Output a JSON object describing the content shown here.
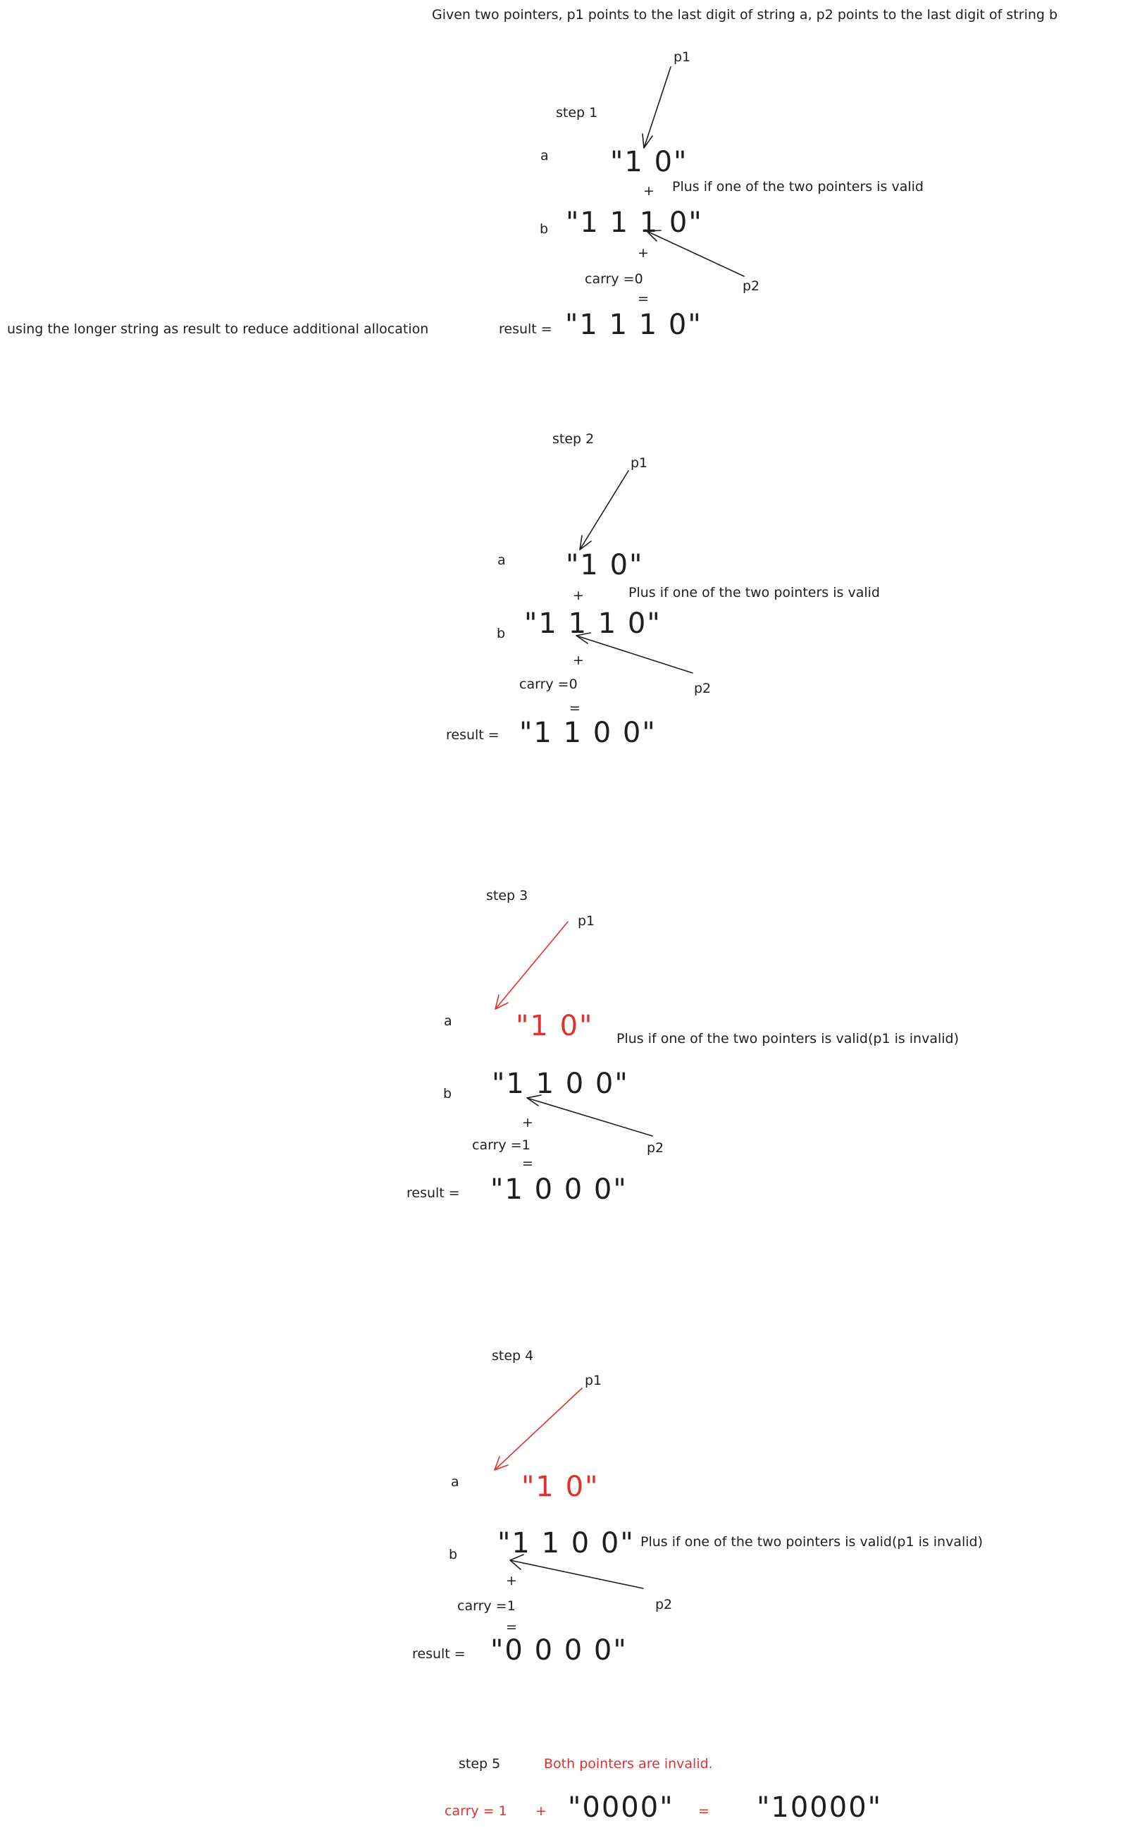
{
  "header": {
    "description": "Given two pointers, p1 points to the last digit of string a, p2 points to the last digit of string b",
    "side_note": "using the longer string as result to reduce additional allocation"
  },
  "labels": {
    "p1": "p1",
    "p2": "p2",
    "a": "a",
    "b": "b",
    "plus": "+",
    "equals": "=",
    "result": "result ="
  },
  "steps": [
    {
      "title": "step 1",
      "a_value": "\"1 0\"",
      "b_value": "\"1 1 1 0\"",
      "carry": "carry =0",
      "result_value": "\"1 1 1 0\"",
      "note": "Plus if one of the two pointers is valid"
    },
    {
      "title": "step 2",
      "a_value": "\"1 0\"",
      "b_value": "\"1 1 1 0\"",
      "carry": "carry =0",
      "result_value": "\"1 1 0 0\"",
      "note": "Plus if one of the two pointers is valid"
    },
    {
      "title": "step 3",
      "a_value": "\"1 0\"",
      "b_value": "\"1 1 0 0\"",
      "carry": "carry =1",
      "result_value": "\"1 0 0 0\"",
      "note": "Plus if one of the two pointers is valid(p1 is invalid)"
    },
    {
      "title": "step 4",
      "a_value": "\"1 0\"",
      "b_value": "\"1 1 0 0\"",
      "carry": "carry =1",
      "result_value": "\"0 0 0 0\"",
      "note": "Plus if one of the two pointers is valid(p1 is invalid)"
    },
    {
      "title": "step 5",
      "note": "Both pointers are invalid.",
      "carry": "carry = 1",
      "plus": "+",
      "operand": "\"0000\"",
      "equals": "=",
      "final": "\"10000\""
    }
  ],
  "colors": {
    "ink": "#1e1e1e",
    "invalid": "#e03131"
  }
}
